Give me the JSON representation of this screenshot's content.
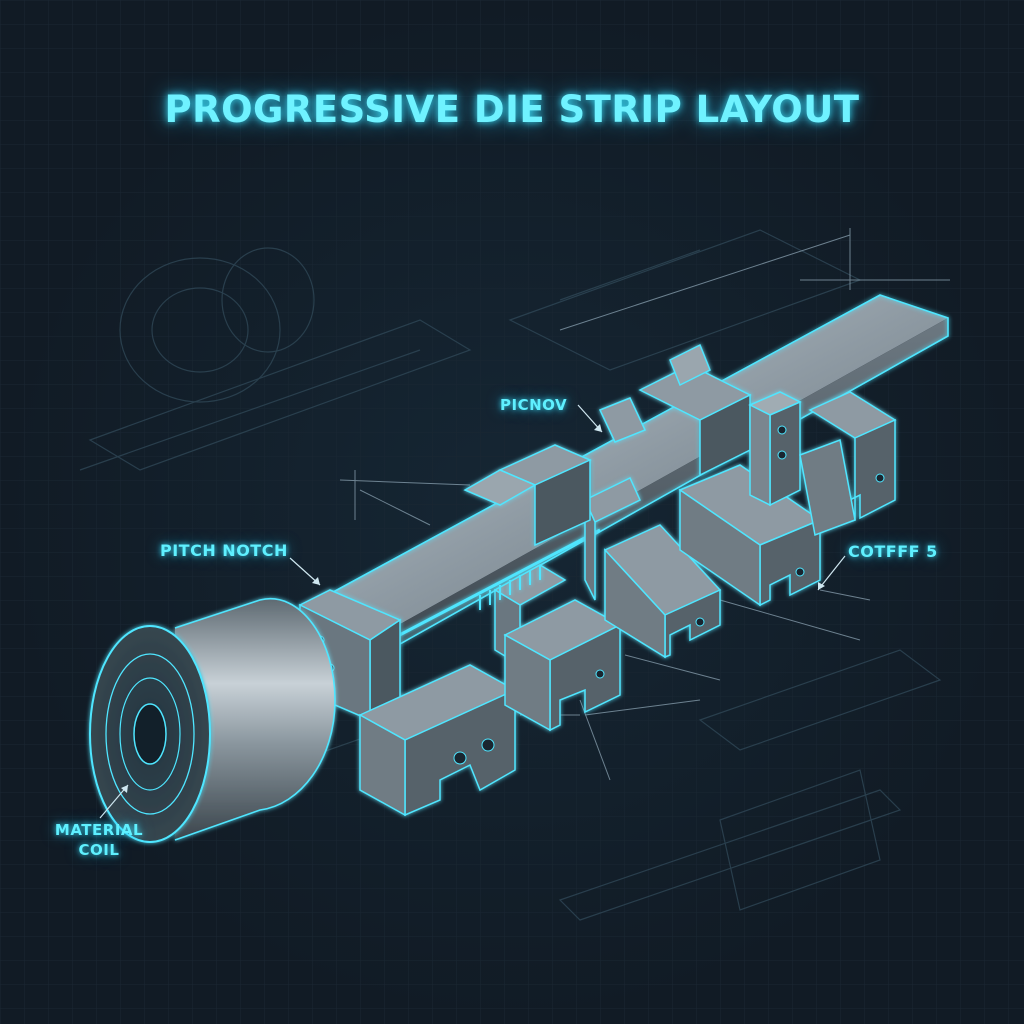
{
  "title": "PROGRESSIVE DIE STRIP LAYOUT",
  "callouts": {
    "pitch_notch": "PITCH NOTCH",
    "picnov": "PICNOV",
    "cotfff": "COTFFF 5",
    "material_coil_line1": "MATERIAL",
    "material_coil_line2": "COIL"
  },
  "colors": {
    "background": "#111b25",
    "grid": "#1c2a37",
    "glow": "#4fe6ff",
    "metal": "#9aa6ae"
  }
}
